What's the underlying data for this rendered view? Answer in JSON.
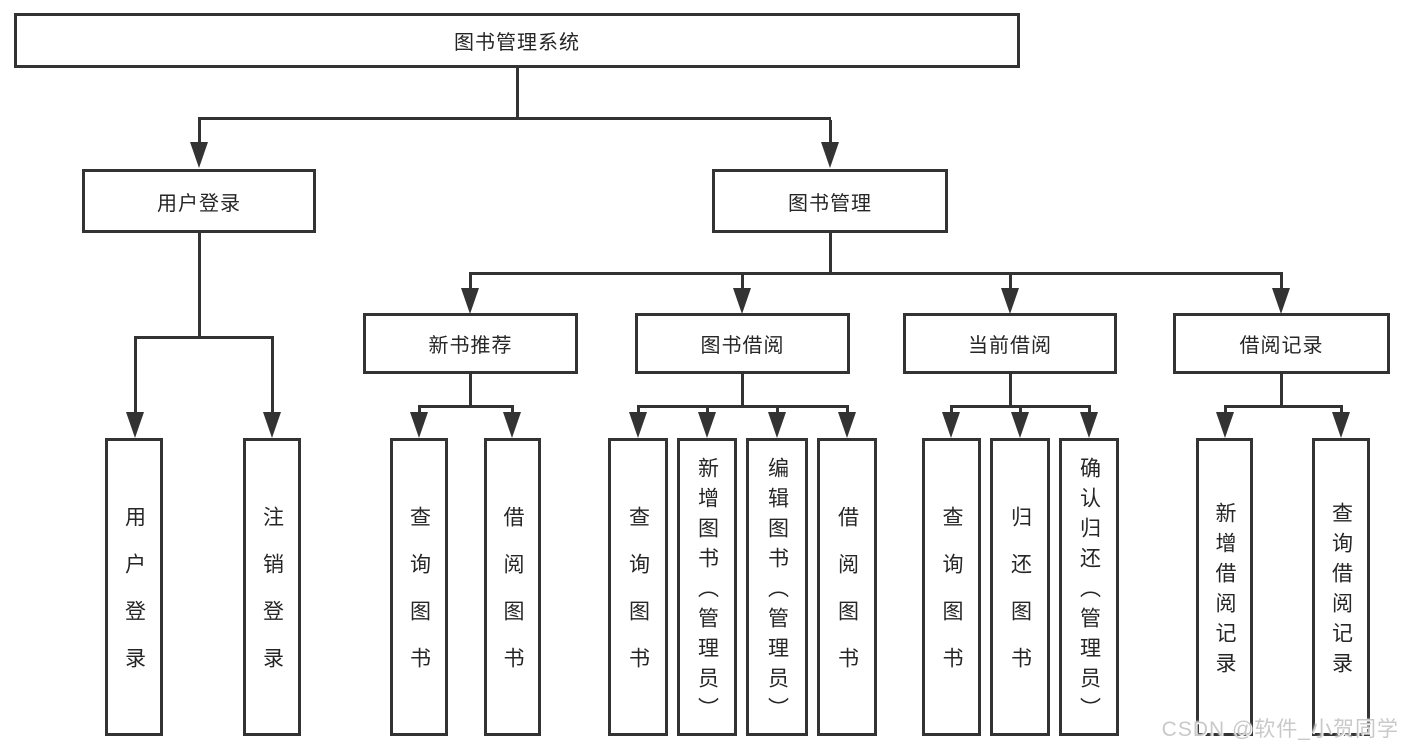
{
  "watermark": "CSDN @软件_小贺同学",
  "colors": {
    "line": "#333333",
    "text": "#262626",
    "watermark": "#c9c9c9",
    "background": "#ffffff"
  },
  "tree": {
    "root": {
      "label": "图书管理系统"
    },
    "branches": [
      {
        "label": "用户登录",
        "children": [
          {
            "label": "用户登录"
          },
          {
            "label": "注销登录"
          }
        ]
      },
      {
        "label": "图书管理",
        "children": [
          {
            "label": "新书推荐",
            "children": [
              {
                "label": "查询图书"
              },
              {
                "label": "借阅图书"
              }
            ]
          },
          {
            "label": "图书借阅",
            "children": [
              {
                "label": "查询图书"
              },
              {
                "label": "新增图书（管理员）"
              },
              {
                "label": "编辑图书（管理员）"
              },
              {
                "label": "借阅图书"
              }
            ]
          },
          {
            "label": "当前借阅",
            "children": [
              {
                "label": "查询图书"
              },
              {
                "label": "归还图书"
              },
              {
                "label": "确认归还（管理员）"
              }
            ]
          },
          {
            "label": "借阅记录",
            "children": [
              {
                "label": "新增借阅记录"
              },
              {
                "label": "查询借阅记录"
              }
            ]
          }
        ]
      }
    ]
  }
}
